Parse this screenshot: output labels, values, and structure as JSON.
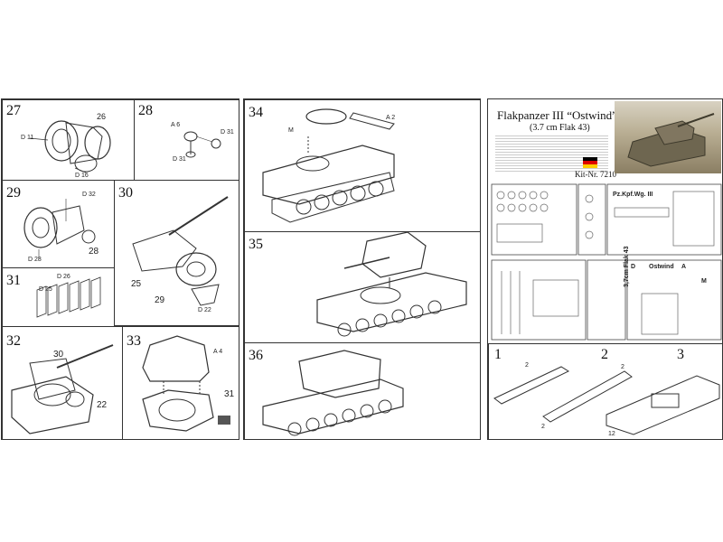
{
  "left_sheet": {
    "steps": [
      {
        "num": "27",
        "labels": [
          "26",
          "D 11",
          "D 16"
        ]
      },
      {
        "num": "28",
        "labels": [
          "A 6",
          "D 31",
          "D 31"
        ]
      },
      {
        "num": "29",
        "labels": [
          "D 32",
          "28",
          "D 28"
        ]
      },
      {
        "num": "30",
        "labels": [
          "25",
          "29",
          "D 22"
        ]
      },
      {
        "num": "31",
        "labels": [
          "D 26",
          "D 25"
        ]
      },
      {
        "num": "32",
        "labels": [
          "30",
          "22"
        ]
      },
      {
        "num": "33",
        "labels": [
          "A 4",
          "31"
        ]
      }
    ]
  },
  "middle_sheet": {
    "steps": [
      {
        "num": "34",
        "labels": [
          "M",
          "A 2"
        ]
      },
      {
        "num": "35",
        "labels": []
      },
      {
        "num": "36",
        "labels": []
      }
    ]
  },
  "right_sheet": {
    "title": "Flakpanzer III “Ostwind”",
    "subtitle": "(3.7 cm Flak 43)",
    "kit": "Kit-Nr. 7210",
    "sprue_labels": {
      "pzkpfwg": "Pz.Kpf.Wg. III",
      "d": "D",
      "ostwind": "Ostwind",
      "a": "A",
      "m": "M",
      "flak": "3,7cm Flak 43"
    },
    "steps": [
      {
        "num": "1",
        "labels": [
          "2",
          "2"
        ]
      },
      {
        "num": "2",
        "labels": [
          "2"
        ]
      },
      {
        "num": "3",
        "labels": [
          "12"
        ]
      }
    ]
  },
  "colors": {
    "line": "#333333",
    "paper": "#ffffff",
    "photo": "#8a7e63"
  }
}
